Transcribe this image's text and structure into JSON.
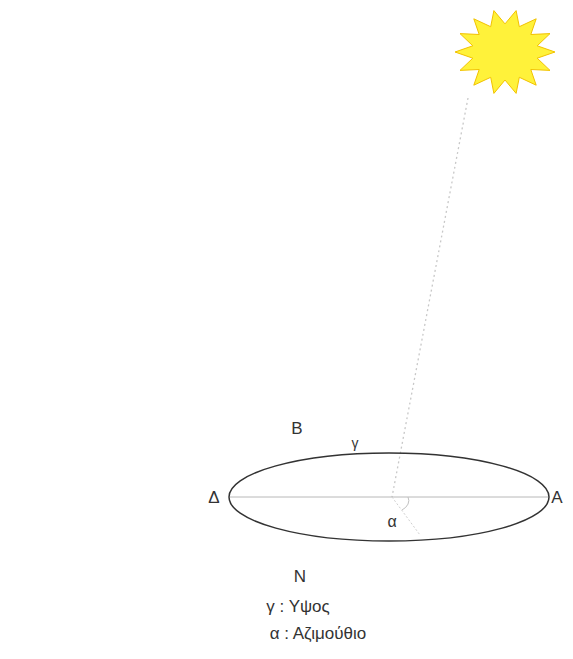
{
  "diagram": {
    "labels": [
      "B",
      "γ",
      "Δ",
      "A",
      "α",
      "N",
      "γ : Υψος",
      "α : Αζιμούθιο"
    ]
  }
}
